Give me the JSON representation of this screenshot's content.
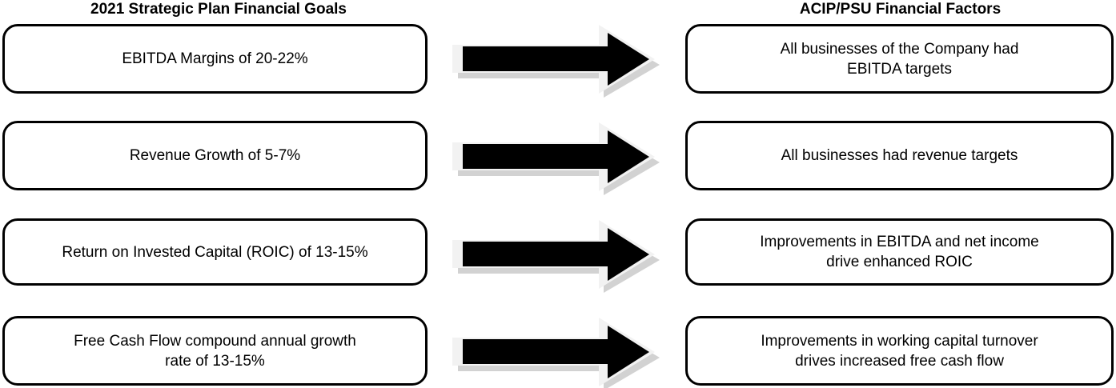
{
  "diagram": {
    "type": "two-column-mapping",
    "columns": {
      "left": {
        "header": "2021 Strategic Plan Financial Goals"
      },
      "right": {
        "header": "ACIP/PSU Financial Factors"
      }
    },
    "connector": {
      "icon": "right-arrow-icon",
      "count": 4,
      "fill": "#000000",
      "backing": "#f2f2f2",
      "shadow": "#d2d2d2"
    },
    "rows": [
      {
        "left": "EBITDA Margins of 20-22%",
        "right": "All businesses of the Company had\nEBITDA targets"
      },
      {
        "left": "Revenue Growth of  5-7%",
        "right": "All businesses had revenue targets"
      },
      {
        "left": "Return on Invested Capital (ROIC) of  13-15%",
        "right": "Improvements in EBITDA and net income\ndrive enhanced ROIC"
      },
      {
        "left": "Free Cash Flow compound annual growth\nrate of  13-15%",
        "right": "Improvements in working capital turnover\ndrives increased free cash flow"
      }
    ]
  },
  "colors": {
    "text": "#000000",
    "box_border": "#000000",
    "box_fill": "#ffffff",
    "background": "#ffffff"
  }
}
